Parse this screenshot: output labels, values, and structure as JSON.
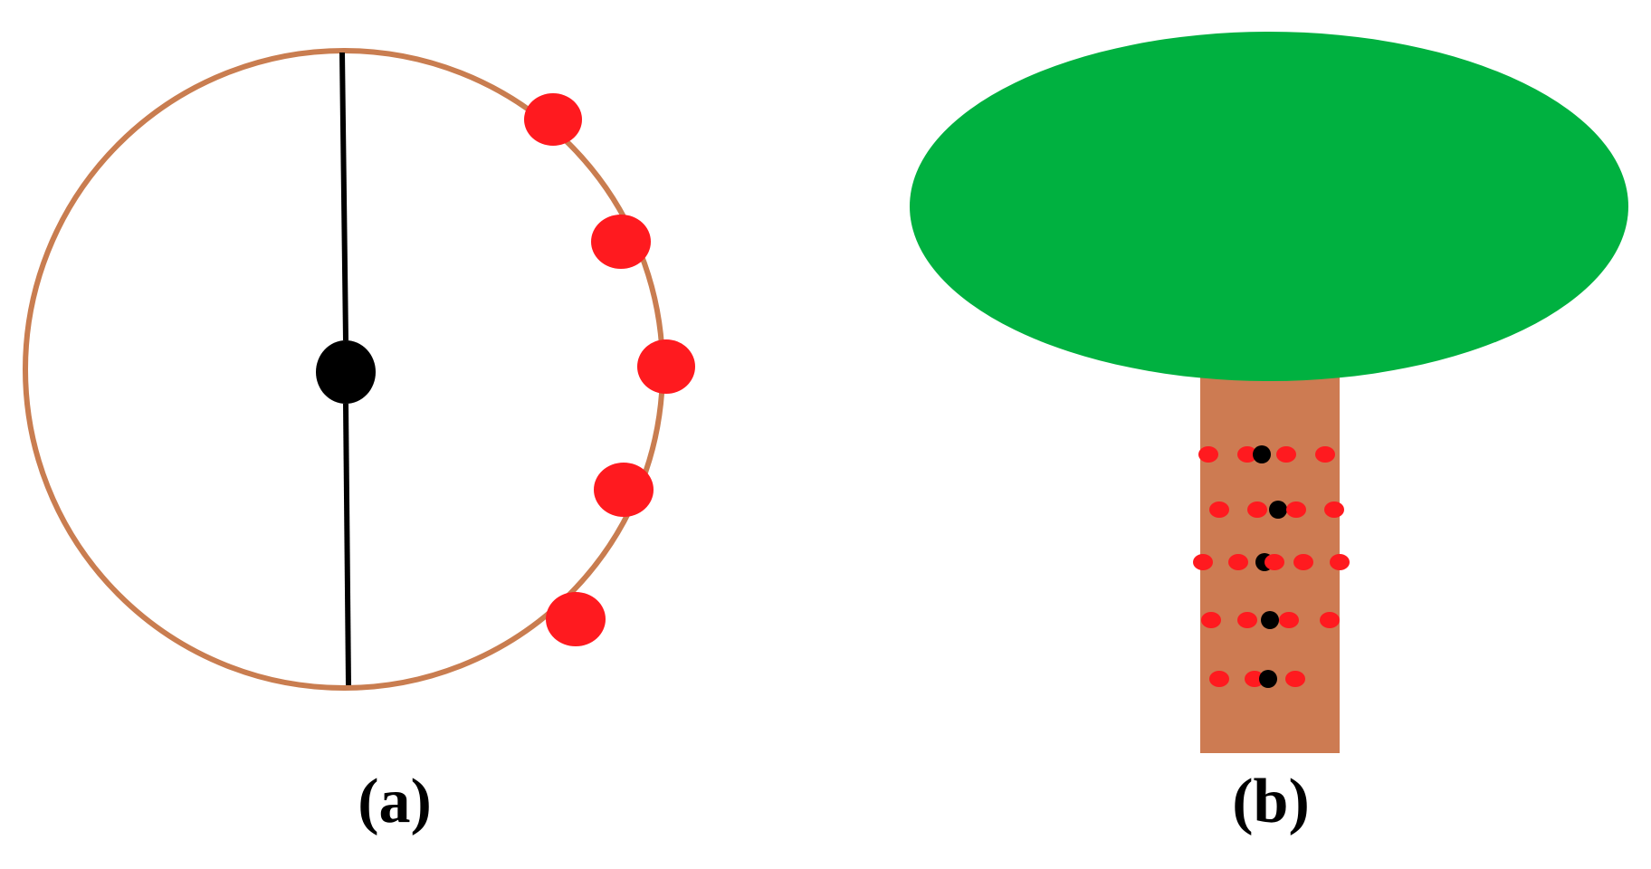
{
  "panels": {
    "a": {
      "label": "(a)",
      "description_parts": {
        "ring": "trunk-cross-section",
        "axis": "center-line",
        "center": "pith-point",
        "samples": 5
      }
    },
    "b": {
      "label": "(b)",
      "description_parts": {
        "crown": "tree-crown",
        "trunk": "tree-trunk",
        "sample_rows": 5
      }
    }
  },
  "colors": {
    "ring": "#c97d50",
    "axis": "#000000",
    "center": "#000000",
    "sample": "#ff1a1f",
    "crown": "#00b140",
    "trunk": "#cd7b52",
    "label": "#000000"
  }
}
